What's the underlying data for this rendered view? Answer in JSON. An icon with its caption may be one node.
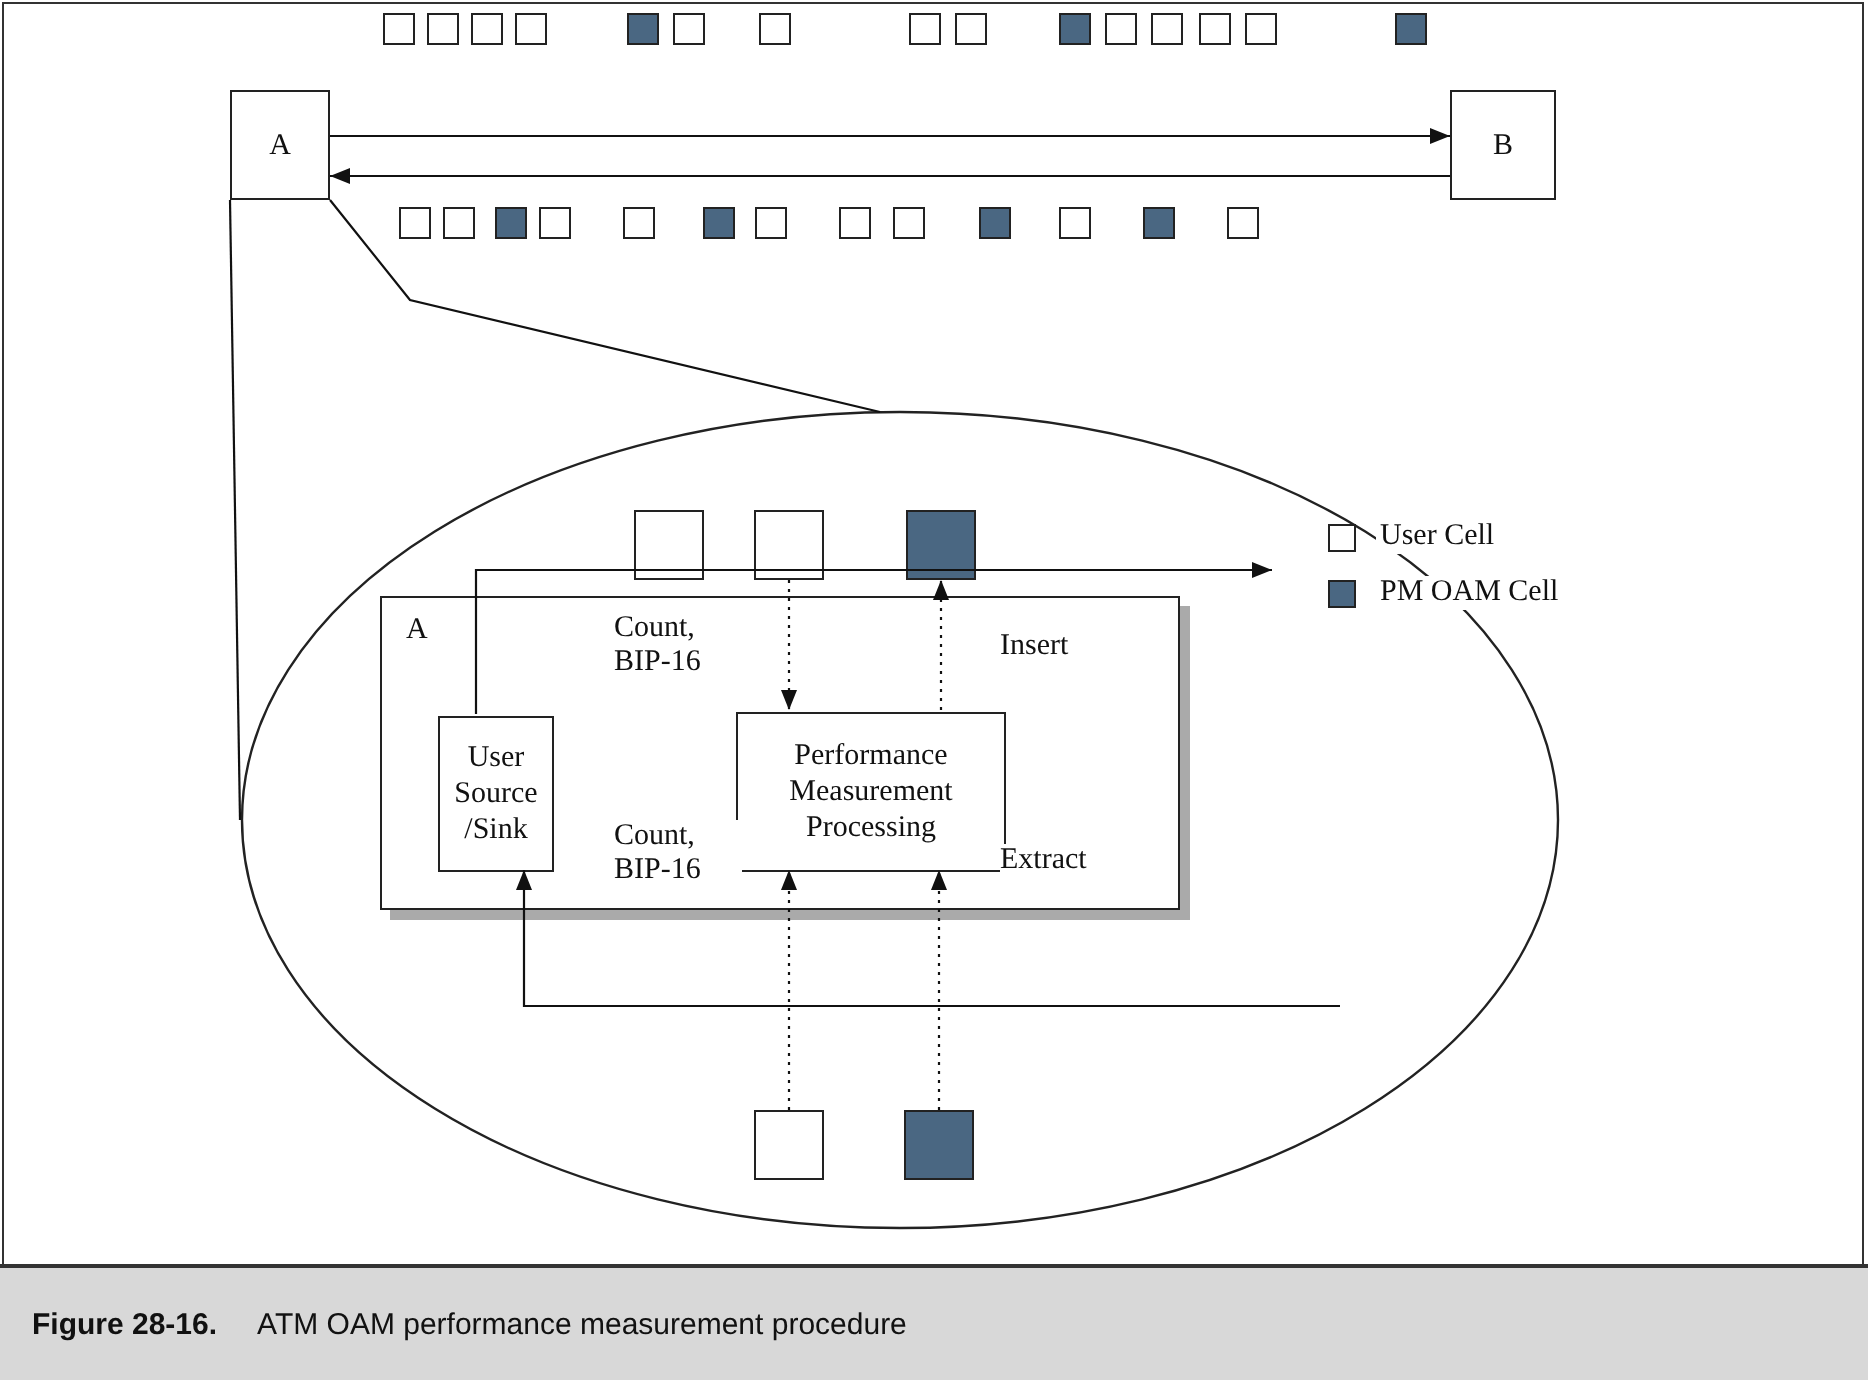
{
  "diagram": {
    "caption": "**Figure 28-16.**     ATM OAM performance measurement procedure",
    "nodes": [
      {
        "text": [
          "A"
        ]
      },
      {
        "text": [
          "B"
        ]
      },
      {
        "text": [],
        "shape": "ellipse"
      },
      {
        "text": [
          "A"
        ],
        "in": 2
      },
      {
        "text": [
          "User Source /Sink"
        ],
        "in": 3
      },
      {
        "text": [
          "Performance Measurement Processing"
        ],
        "in": 3
      },
      {
        "text": [],
        "shape": "box",
        "in": 2
      },
      {
        "text": [],
        "shape": "box",
        "in": 2
      },
      {
        "text": [],
        "shape": "box",
        "in": 2
      },
      {
        "text": [],
        "shape": "box",
        "in": 2
      },
      {
        "text": [],
        "shape": "box",
        "in": 2
      }
    ],
    "edges": [
      {
        "from": 0,
        "to": 1,
        "arrow": "to"
      },
      {
        "from": 1,
        "to": 0,
        "arrow": "to"
      },
      {
        "from": 0,
        "to": 2,
        "arrow": "none"
      },
      {
        "from": 0,
        "to": 2,
        "arrow": "none"
      },
      {
        "from": 7,
        "to": 5,
        "arrow": "to",
        "label": "Count, BIP-16",
        "style": "dashed"
      },
      {
        "from": 5,
        "to": 8,
        "arrow": "to",
        "label": "Insert",
        "style": "dashed"
      },
      {
        "from": 9,
        "to": 5,
        "arrow": "to",
        "label": "Count, BIP-16",
        "style": "dashed"
      },
      {
        "from": 10,
        "to": 5,
        "arrow": "to",
        "label": "Extract",
        "style": "dashed"
      },
      {
        "from": 4,
        "to": null,
        "arrow": "to"
      },
      {
        "from": null,
        "to": 4,
        "arrow": "to"
      }
    ],
    "legend": [
      {
        "text": "User Cell",
        "color": "#ffffff"
      },
      {
        "text": "PM OAM Cell",
        "color": "#4a6782"
      }
    ]
  }
}
